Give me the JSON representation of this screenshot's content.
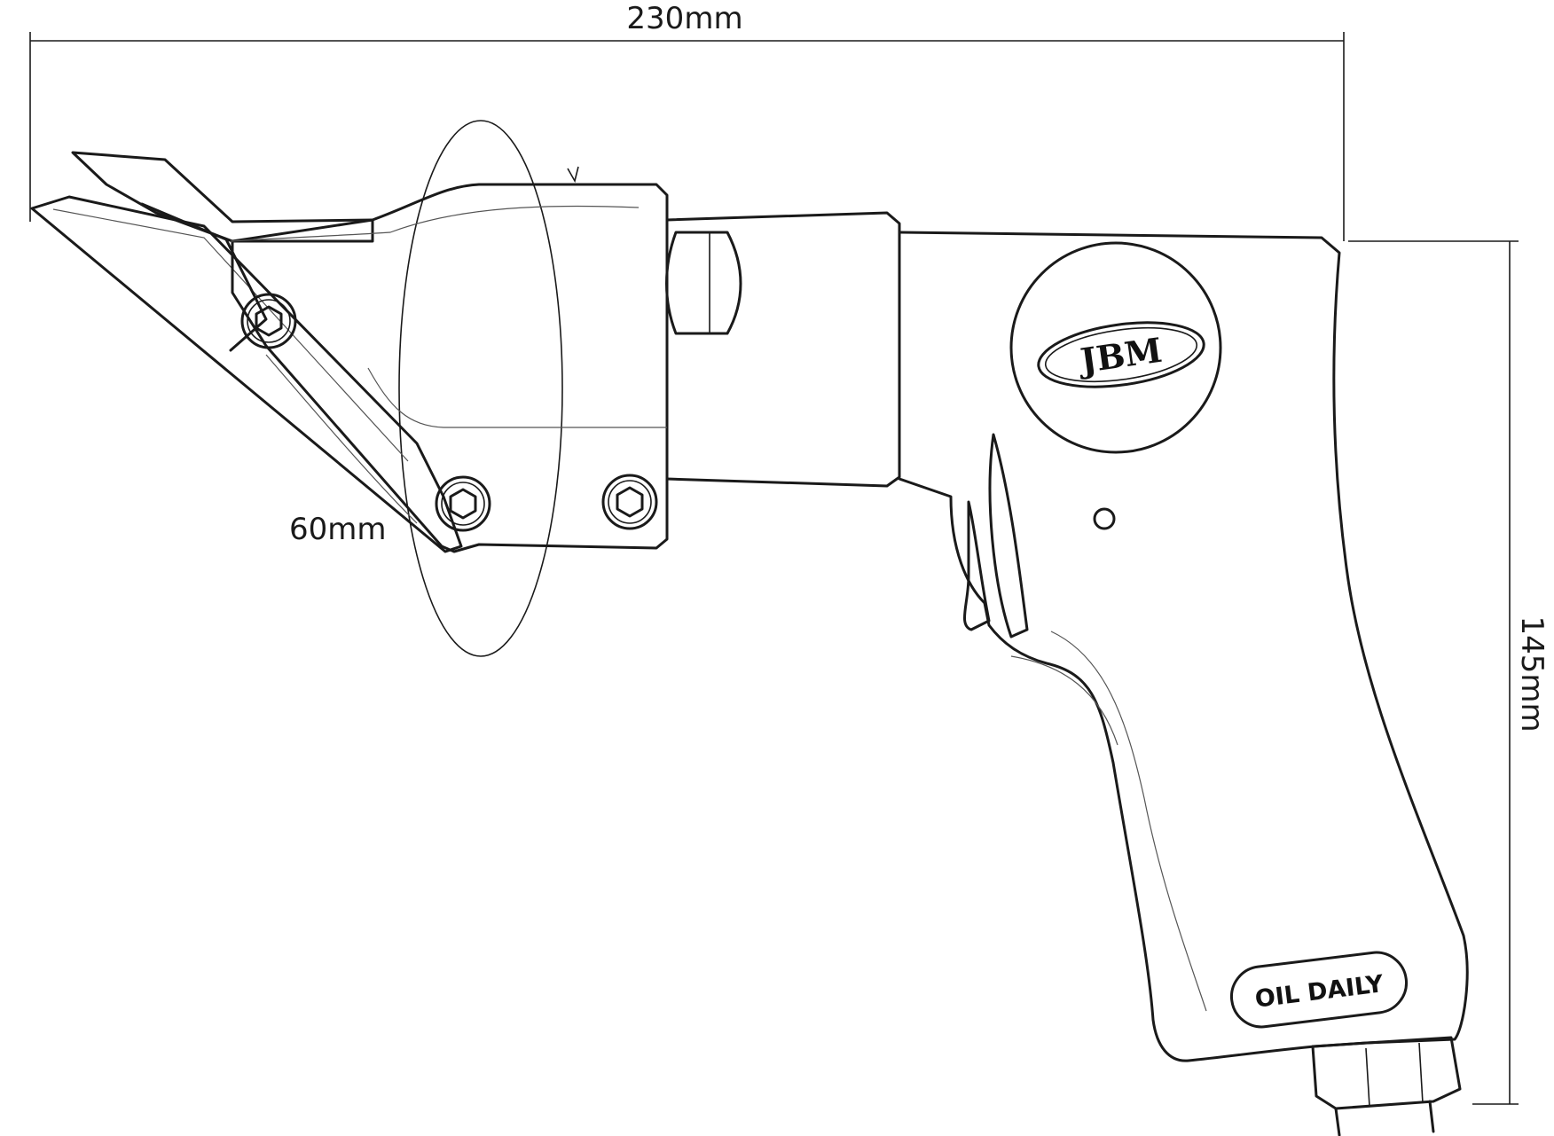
{
  "dimensions": {
    "length": "230mm",
    "height": "145mm",
    "blade_width": "60mm"
  },
  "brand": {
    "logo": "JBM"
  },
  "labels": {
    "oil_badge": "OIL DAILY"
  },
  "colors": {
    "line": "#1a1a1a",
    "background": "#ffffff"
  },
  "icons": [
    "hex-bolt-icon",
    "rotation-arrow-icon"
  ]
}
